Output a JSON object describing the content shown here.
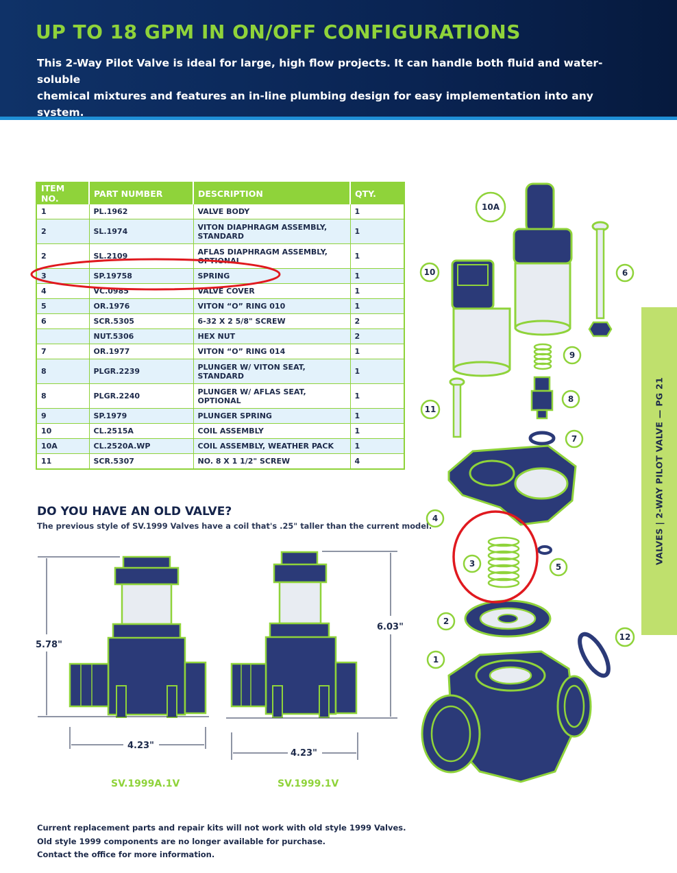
{
  "header": {
    "title": "UP TO 18 GPM IN ON/OFF CONFIGURATIONS",
    "intro_line1": "This 2-Way Pilot Valve is ideal for large, high flow projects. It can handle both fluid and water-soluble",
    "intro_line2": "chemical mixtures and features an in-line plumbing design for easy implementation into any system."
  },
  "parts_table": {
    "headers": [
      "ITEM NO.",
      "PART NUMBER",
      "DESCRIPTION",
      "QTY."
    ],
    "rows": [
      {
        "item": "1",
        "part": "PL.1962",
        "desc1": "VALVE BODY",
        "desc2": "",
        "qty": "1"
      },
      {
        "item": "2",
        "part": "SL.1974",
        "desc1": "VITON DIAPHRAGM ASSEMBLY,",
        "desc2": "STANDARD",
        "qty": "1"
      },
      {
        "item": "2",
        "part": "SL.2109",
        "desc1": "AFLAS DIAPHRAGM ASSEMBLY,",
        "desc2": "OPTIONAL",
        "qty": "1"
      },
      {
        "item": "3",
        "part": "SP.19758",
        "desc1": "SPRING",
        "desc2": "",
        "qty": "1"
      },
      {
        "item": "4",
        "part": "VC.0985",
        "desc1": "VALVE COVER",
        "desc2": "",
        "qty": "1"
      },
      {
        "item": "5",
        "part": "OR.1976",
        "desc1": "VITON “O” RING 010",
        "desc2": "",
        "qty": "1"
      },
      {
        "item": "6",
        "part": "SCR.5305",
        "desc1": "6-32 X 2 5/8\" SCREW",
        "desc2": "",
        "qty": "2"
      },
      {
        "item": "",
        "part": "NUT.5306",
        "desc1": "HEX NUT",
        "desc2": "",
        "qty": "2"
      },
      {
        "item": "7",
        "part": "OR.1977",
        "desc1": "VITON “O” RING 014",
        "desc2": "",
        "qty": "1"
      },
      {
        "item": "8",
        "part": "PLGR.2239",
        "desc1": "PLUNGER W/ VITON SEAT,",
        "desc2": "STANDARD",
        "qty": "1"
      },
      {
        "item": "8",
        "part": "PLGR.2240",
        "desc1": "PLUNGER W/ AFLAS SEAT,",
        "desc2": "OPTIONAL",
        "qty": "1"
      },
      {
        "item": "9",
        "part": "SP.1979",
        "desc1": "PLUNGER SPRING",
        "desc2": "",
        "qty": "1"
      },
      {
        "item": "10",
        "part": "CL.2515A",
        "desc1": "COIL ASSEMBLY",
        "desc2": "",
        "qty": "1"
      },
      {
        "item": "10A",
        "part": "CL.2520A.WP",
        "desc1": "COIL ASSEMBLY, WEATHER PACK",
        "desc2": "",
        "qty": "1"
      },
      {
        "item": "11",
        "part": "SCR.5307",
        "desc1": "NO. 8 X 1 1/2\" SCREW",
        "desc2": "",
        "qty": "4"
      }
    ]
  },
  "old_valve": {
    "heading": "DO YOU HAVE AN OLD VALVE?",
    "subtext": "The previous style of SV.1999 Valves have a coil that's .25\" taller than the current model.",
    "left_model": "SV.1999A.1V",
    "right_model": "SV.1999.1V",
    "left_height": "5.78\"",
    "right_height": "6.03\"",
    "left_width": "4.23\"",
    "right_width": "4.23\""
  },
  "exploded_view": {
    "callouts": [
      "10A",
      "10",
      "6",
      "9",
      "8",
      "11",
      "7",
      "4",
      "3",
      "5",
      "2",
      "12",
      "1"
    ]
  },
  "side_tab": {
    "label": "VALVES | 2-WAY PILOT VALVE — PG 21"
  },
  "footnote": {
    "line1": "Current replacement parts and repair kits will not work with old style 1999 Valves.",
    "line2": "Old style 1999 components are no longer available for purchase.",
    "line3": "Contact the office for more information."
  },
  "colors": {
    "navy": "#0a2453",
    "green": "#8fd33a",
    "blue_rule": "#1f8fd6",
    "tab_green": "#bfe06d",
    "highlight_red": "#e0191f",
    "part_fill": "#2b3a78"
  }
}
